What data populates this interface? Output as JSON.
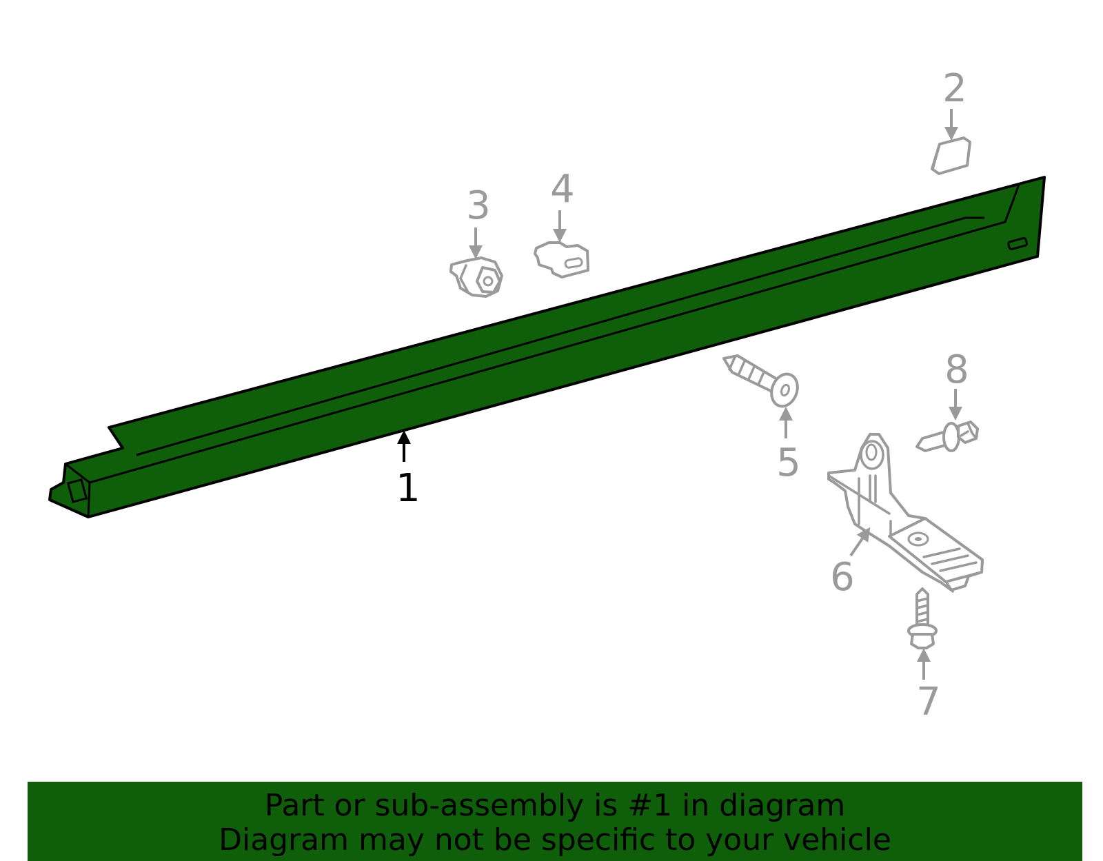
{
  "colors": {
    "highlight_part": "#0f5e0a",
    "banner_background": "#0f5e0a",
    "secondary_parts": "#9a9a9a",
    "outline": "#000000"
  },
  "callouts": {
    "c1": "1",
    "c2": "2",
    "c3": "3",
    "c4": "4",
    "c5": "5",
    "c6": "6",
    "c7": "7",
    "c8": "8"
  },
  "banner": {
    "line1": "Part or sub-assembly is #1 in diagram",
    "line2": "Diagram may not be specific to your vehicle"
  }
}
